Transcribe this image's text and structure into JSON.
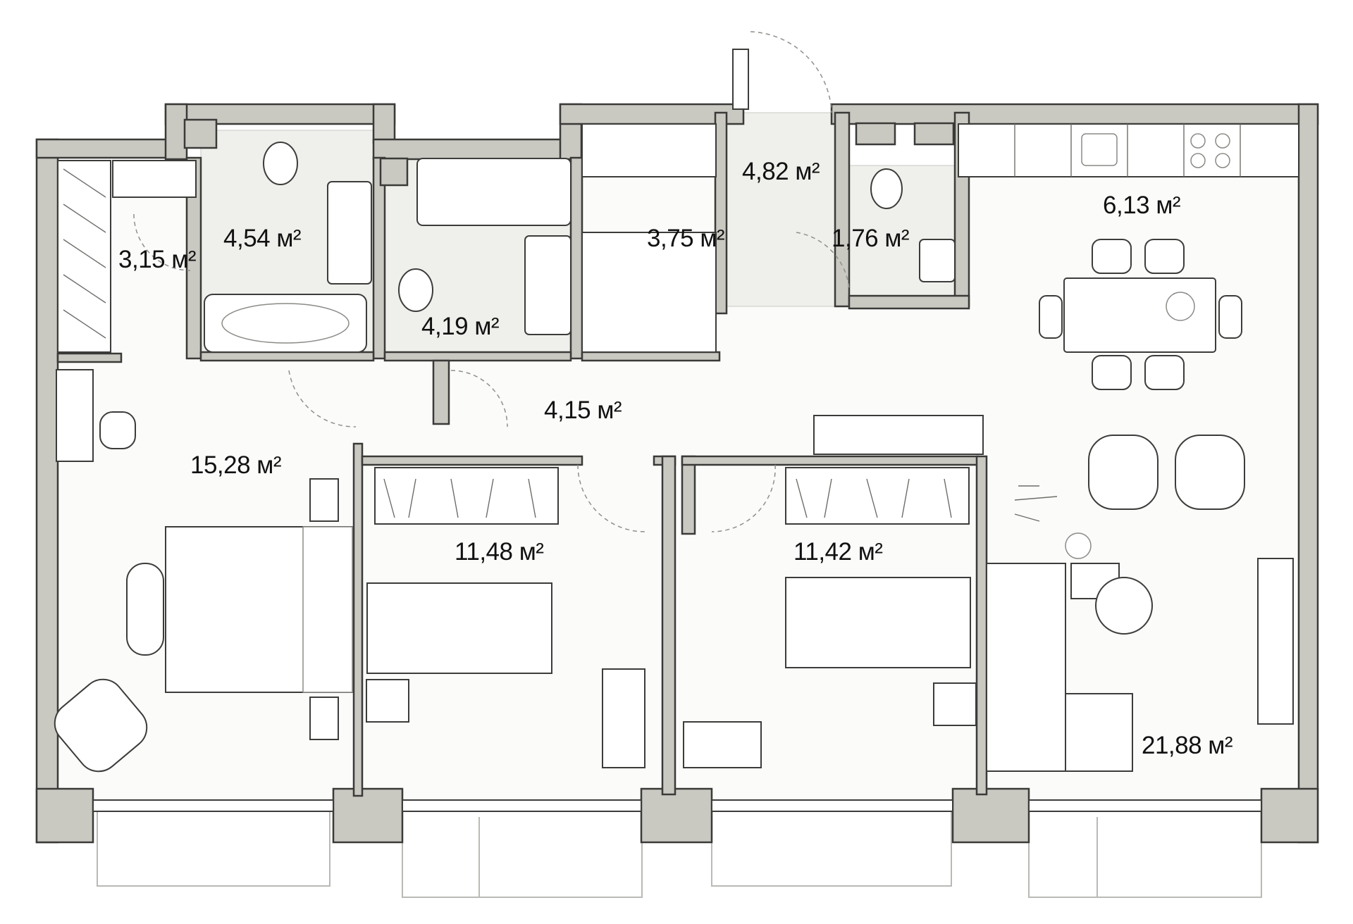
{
  "plan": {
    "rooms": [
      {
        "id": "wardrobe-left",
        "area": "3,15 м²"
      },
      {
        "id": "bathroom-1",
        "area": "4,54 м²"
      },
      {
        "id": "bathroom-2",
        "area": "4,19 м²"
      },
      {
        "id": "wardrobe-center",
        "area": "3,75 м²"
      },
      {
        "id": "entrance-hall",
        "area": "4,82 м²"
      },
      {
        "id": "toilet",
        "area": "1,76 м²"
      },
      {
        "id": "kitchen",
        "area": "6,13 м²"
      },
      {
        "id": "corridor",
        "area": "4,15 м²"
      },
      {
        "id": "master-bedroom",
        "area": "15,28 м²"
      },
      {
        "id": "bedroom-2",
        "area": "11,48 м²"
      },
      {
        "id": "bedroom-3",
        "area": "11,42 м²"
      },
      {
        "id": "living-room",
        "area": "21,88 м²"
      }
    ],
    "colors": {
      "wall": "#c9c8c1",
      "outline": "#3a3a38",
      "tile": "#efefec",
      "floor": "#fbfbfa",
      "text": "#111111"
    }
  }
}
